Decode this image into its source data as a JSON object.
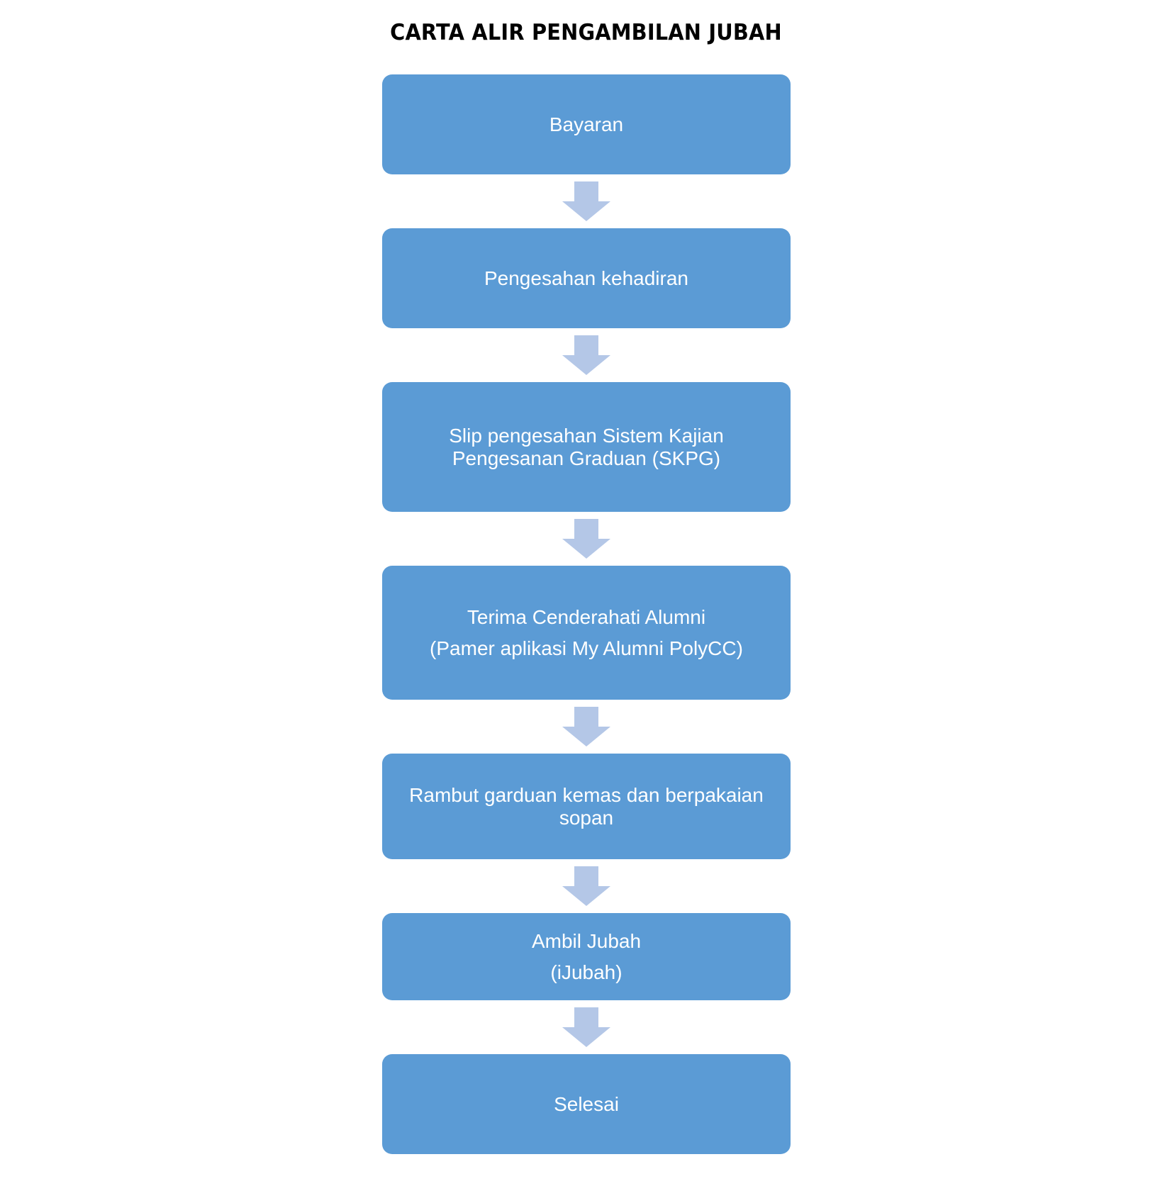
{
  "title": "CARTA ALIR PENGAMBILAN JUBAH",
  "colors": {
    "box_fill": "#5b9bd5",
    "box_text": "#ffffff",
    "arrow_fill": "#b4c7e7"
  },
  "steps": [
    {
      "lines": [
        "Bayaran"
      ]
    },
    {
      "lines": [
        "Pengesahan kehadiran"
      ]
    },
    {
      "lines": [
        "Slip pengesahan Sistem Kajian",
        "Pengesanan Graduan (SKPG)"
      ]
    },
    {
      "lines": [
        "Terima Cenderahati Alumni",
        "(Pamer aplikasi My Alumni PolyCC)"
      ]
    },
    {
      "lines": [
        "Rambut garduan kemas dan berpakaian",
        "sopan"
      ]
    },
    {
      "lines": [
        "Ambil Jubah",
        "(iJubah)"
      ]
    },
    {
      "lines": [
        "Selesai"
      ]
    }
  ]
}
